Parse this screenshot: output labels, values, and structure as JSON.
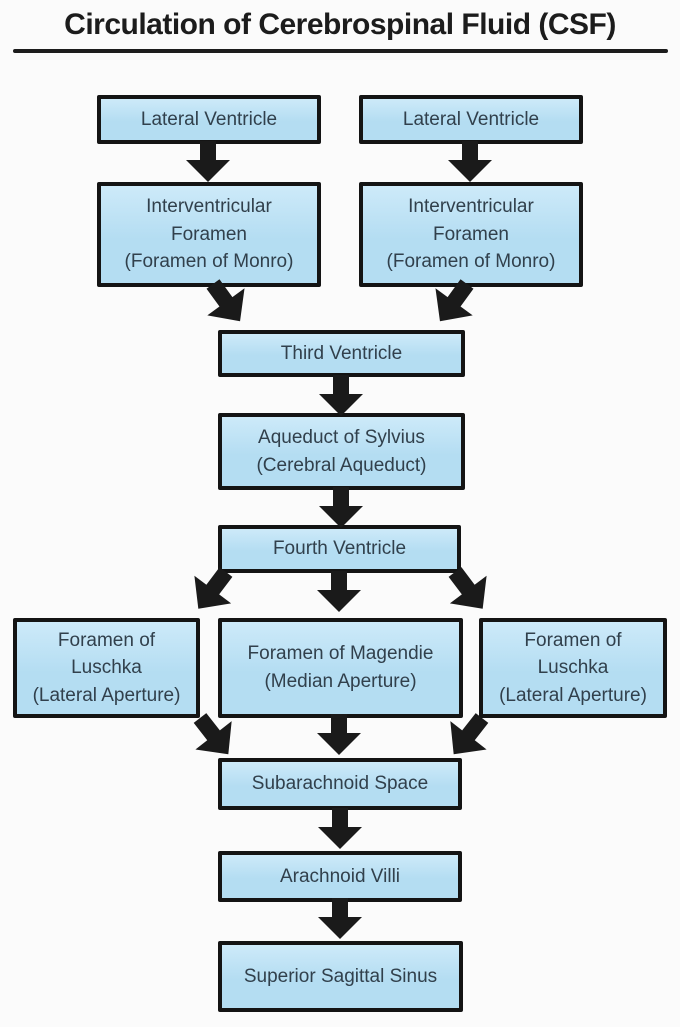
{
  "title": "Circulation of Cerebrospinal Fluid (CSF)",
  "colors": {
    "title_text": "#1c1c1c",
    "box_border": "#141414",
    "box_fill": "#b4ddf2",
    "box_fill_light": "#cdeaf9",
    "node_text": "#31404c",
    "arrow": "#1a1a1a"
  },
  "nodes": {
    "lateral_ventricle_left": {
      "label": [
        "Lateral Ventricle"
      ]
    },
    "lateral_ventricle_right": {
      "label": [
        "Lateral Ventricle"
      ]
    },
    "interventricular_foramen_left": {
      "label": [
        "Interventricular",
        "Foramen",
        "(Foramen of Monro)"
      ]
    },
    "interventricular_foramen_right": {
      "label": [
        "Interventricular",
        "Foramen",
        "(Foramen of Monro)"
      ]
    },
    "third_ventricle": {
      "label": [
        "Third Ventricle"
      ]
    },
    "aqueduct_of_sylvius": {
      "label": [
        "Aqueduct of Sylvius",
        "(Cerebral Aqueduct)"
      ]
    },
    "fourth_ventricle": {
      "label": [
        "Fourth Ventricle"
      ]
    },
    "foramen_luschka_left": {
      "label": [
        "Foramen of",
        "Luschka",
        "(Lateral Aperture)"
      ]
    },
    "foramen_magendie": {
      "label": [
        "Foramen of Magendie",
        "(Median Aperture)"
      ]
    },
    "foramen_luschka_right": {
      "label": [
        "Foramen of",
        "Luschka",
        "(Lateral Aperture)"
      ]
    },
    "subarachnoid_space": {
      "label": [
        "Subarachnoid Space"
      ]
    },
    "arachnoid_villi": {
      "label": [
        "Arachnoid Villi"
      ]
    },
    "superior_sagittal_sinus": {
      "label": [
        "Superior Sagittal Sinus"
      ]
    }
  }
}
